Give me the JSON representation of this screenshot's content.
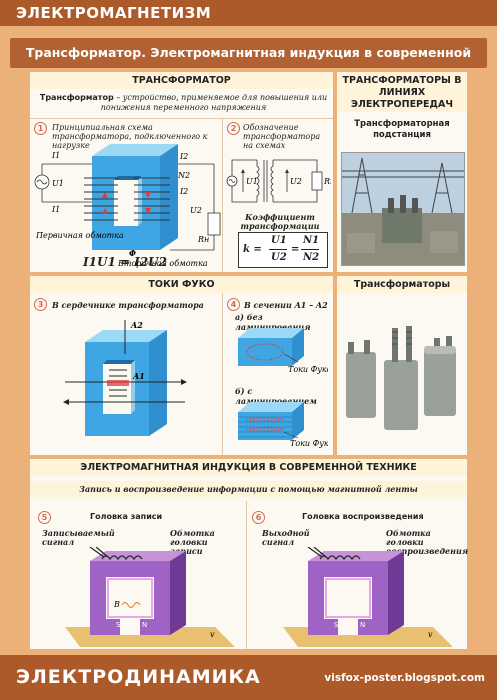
{
  "header": {
    "title": "ЭЛЕКТРОМАГНЕТИЗМ",
    "subtitle": "Трансформатор. Электромагнитная индукция в современной технике"
  },
  "transformer": {
    "strip_title": "ТРАНСФОРМАТОР",
    "definition_term": "Трансформатор",
    "definition_rest": " – устройство, применяемое для повышения или понижения переменного напряжения",
    "item1": {
      "num": "1",
      "text": "Принципиальная схема трансформатора, подключенного к нагрузке",
      "labels": {
        "I1": "I1",
        "U1": "U1",
        "I2a": "I2",
        "N2": "N2",
        "I2b": "I2",
        "U2": "U2",
        "Rn": "Rн",
        "I1b": "I1",
        "Phi": "Φ",
        "primary": "Первичная обмотка",
        "secondary": "Вторичная обмотка"
      }
    },
    "formula": "I1U1 = I2U2",
    "item2": {
      "num": "2",
      "text": "Обозначение трансформатора на схемах",
      "labels": {
        "U1": "U1",
        "U2": "U2",
        "Rn": "Rн"
      },
      "coef_label": "Коэффициент трансформации",
      "formula": {
        "k": "k =",
        "n1": "U1",
        "d1": "U2",
        "eq": "=",
        "n2": "N1",
        "d2": "N2"
      }
    }
  },
  "power_lines": {
    "strip_title": "ТРАНСФОРМАТОРЫ В ЛИНИЯХ ЭЛЕКТРОПЕРЕДАЧ",
    "caption": "Трансформаторная подстанция"
  },
  "foucault": {
    "strip_title": "ТОКИ ФУКО",
    "item3": {
      "num": "3",
      "text": "В сердечнике трансформатора",
      "labels": {
        "A2": "A2",
        "A1": "A1"
      }
    },
    "item4": {
      "num": "4",
      "text": "В сечении A1 – A2",
      "a": "а) без ламинирования",
      "b": "б) с ламинированием",
      "foucault_a": "Токи Фуко",
      "foucault_b": "Токи Фуко"
    }
  },
  "transformers": {
    "strip_title": "Трансформаторы"
  },
  "induction": {
    "strip_title": "ЭЛЕКТРОМАГНИТНАЯ ИНДУКЦИЯ В СОВРЕМЕННОЙ ТЕХНИКЕ",
    "sub_strip": "Запись и воспроизведение информации с помощью магнитной ленты",
    "item5": {
      "num": "5",
      "title": "Головка записи",
      "left_label": "Записываемый сигнал",
      "right_label": "Обмотка головки записи",
      "B": "B",
      "S": "S",
      "N": "N",
      "v": "v"
    },
    "item6": {
      "num": "6",
      "title": "Головка воспроизведения",
      "left_label": "Выходной сигнал",
      "right_label": "Обмотка головки воспроизведения",
      "S": "S",
      "N": "N",
      "v": "v"
    }
  },
  "footer": {
    "left": "ЭЛЕКТРОДИНАМИКА",
    "right": "visfox-poster.blogspot.com"
  }
}
